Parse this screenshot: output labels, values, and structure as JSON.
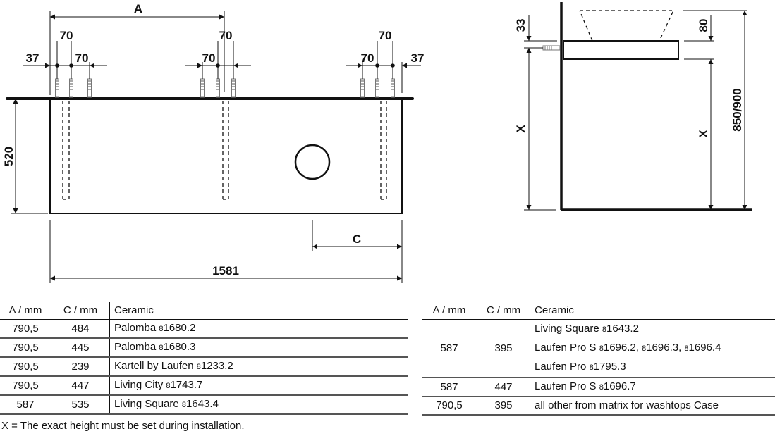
{
  "drawing": {
    "front": {
      "A": "A",
      "C": "C",
      "width": "1581",
      "height": "520",
      "spacing": "70",
      "edge": "37"
    },
    "side": {
      "offset": "33",
      "top_thickness": "80",
      "height_x": "X",
      "total_height": "850/900"
    }
  },
  "table_left": {
    "headers": [
      "A / mm",
      "C / mm",
      "Ceramic"
    ],
    "rows": [
      {
        "a": "790,5",
        "c": "484",
        "name": "Palomba",
        "prefix": "8",
        "code": "1680.2"
      },
      {
        "a": "790,5",
        "c": "445",
        "name": "Palomba",
        "prefix": "8",
        "code": "1680.3"
      },
      {
        "a": "790,5",
        "c": "239",
        "name": "Kartell by Laufen",
        "prefix": "8",
        "code": "1233.2"
      },
      {
        "a": "790,5",
        "c": "447",
        "name": "Living City",
        "prefix": "8",
        "code": "1743.7"
      },
      {
        "a": "587",
        "c": "535",
        "name": "Living Square",
        "prefix": "8",
        "code": "1643.4"
      }
    ]
  },
  "table_right": {
    "headers": [
      "A / mm",
      "C / mm",
      "Ceramic"
    ],
    "rows": [
      {
        "a": "587",
        "c": "395",
        "lines": [
          {
            "name": "Living Square",
            "p1": "8",
            "c1": "1643.2"
          },
          {
            "name": "Laufen Pro S",
            "p1": "8",
            "c1": "1696.2, ",
            "p2": "8",
            "c2": "1696.3, ",
            "p3": "8",
            "c3": "1696.4"
          },
          {
            "name": "Laufen Pro",
            "p1": "8",
            "c1": "1795.3"
          }
        ]
      },
      {
        "a": "587",
        "c": "447",
        "name": "Laufen Pro S",
        "prefix": "8",
        "code": "1696.7"
      },
      {
        "a": "790,5",
        "c": "395",
        "name": "all other from matrix for washtops Case"
      }
    ]
  },
  "note": "X = The exact height must be set during installation."
}
